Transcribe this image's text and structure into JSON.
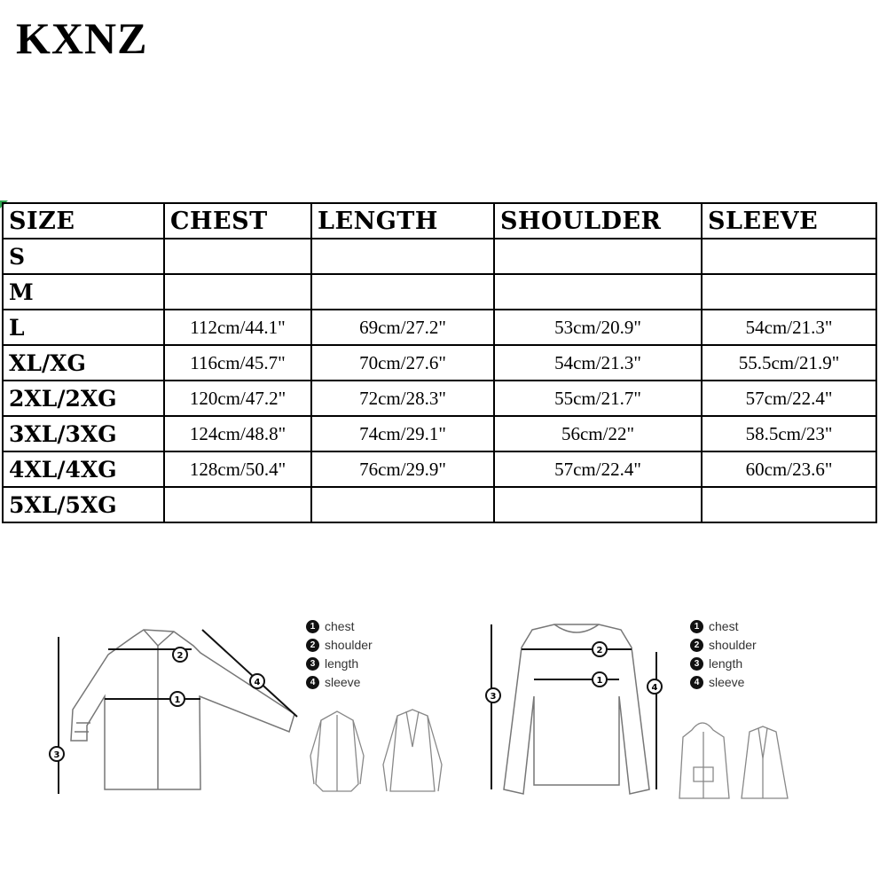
{
  "brand": "KXNZ",
  "table": {
    "headers": [
      "SIZE",
      "CHEST",
      "LENGTH",
      "SHOULDER",
      "SLEEVE"
    ],
    "rows": [
      [
        "S",
        "",
        "",
        "",
        ""
      ],
      [
        "M",
        "",
        "",
        "",
        ""
      ],
      [
        "L",
        "112cm/44.1\"",
        "69cm/27.2\"",
        "53cm/20.9\"",
        "54cm/21.3\""
      ],
      [
        "XL/XG",
        "116cm/45.7\"",
        "70cm/27.6\"",
        "54cm/21.3\"",
        "55.5cm/21.9\""
      ],
      [
        "2XL/2XG",
        "120cm/47.2\"",
        "72cm/28.3\"",
        "55cm/21.7\"",
        "57cm/22.4\""
      ],
      [
        "3XL/3XG",
        "124cm/48.8\"",
        "74cm/29.1\"",
        "56cm/22\"",
        "58.5cm/23\""
      ],
      [
        "4XL/4XG",
        "128cm/50.4\"",
        "76cm/29.9\"",
        "57cm/22.4\"",
        "60cm/23.6\""
      ],
      [
        "5XL/5XG",
        "",
        "",
        "",
        ""
      ]
    ]
  },
  "legend_left": [
    {
      "num": "1",
      "label": "chest"
    },
    {
      "num": "2",
      "label": "shoulder"
    },
    {
      "num": "3",
      "label": "length"
    },
    {
      "num": "4",
      "label": "sleeve"
    }
  ],
  "legend_right": [
    {
      "num": "1",
      "label": "chest"
    },
    {
      "num": "2",
      "label": "shoulder"
    },
    {
      "num": "3",
      "label": "length"
    },
    {
      "num": "4",
      "label": "sleeve"
    }
  ],
  "marker_labels": {
    "chest": "1",
    "shoulder": "2",
    "length": "3",
    "sleeve": "4"
  },
  "colors": {
    "corner_accent": "#2ea44f"
  }
}
